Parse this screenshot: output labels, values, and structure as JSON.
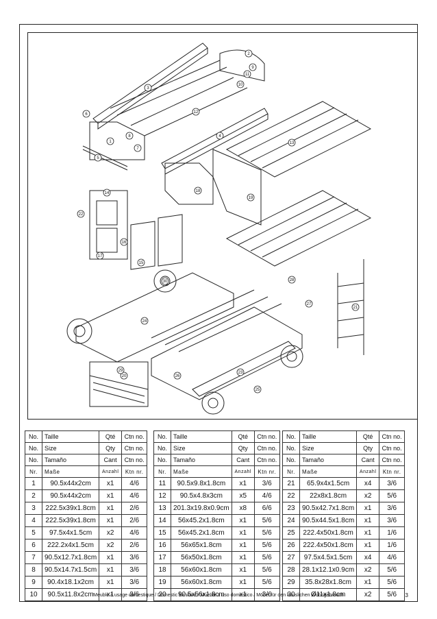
{
  "headers": [
    {
      "no": "No.",
      "size": "Taille",
      "qty": "Qté",
      "ctn": "Ctn no."
    },
    {
      "no": "No.",
      "size": "Size",
      "qty": "Qty",
      "ctn": "Ctn no."
    },
    {
      "no": "No.",
      "size": "Tamaño",
      "qty": "Cant",
      "ctn": "Ctn no."
    },
    {
      "no": "Nr.",
      "size": "Maße",
      "qty": "Anzahl",
      "ctn": "Ktn nr."
    }
  ],
  "parts": [
    {
      "no": "1",
      "size": "90.5x44x2cm",
      "qty": "x1",
      "ctn": "4/6"
    },
    {
      "no": "2",
      "size": "90.5x44x2cm",
      "qty": "x1",
      "ctn": "4/6"
    },
    {
      "no": "3",
      "size": "222.5x39x1.8cm",
      "qty": "x1",
      "ctn": "2/6"
    },
    {
      "no": "4",
      "size": "222.5x39x1.8cm",
      "qty": "x1",
      "ctn": "2/6"
    },
    {
      "no": "5",
      "size": "97.5x4x1.5cm",
      "qty": "x2",
      "ctn": "4/6"
    },
    {
      "no": "6",
      "size": "222.2x4x1.5cm",
      "qty": "x2",
      "ctn": "2/6"
    },
    {
      "no": "7",
      "size": "90.5x12.7x1.8cm",
      "qty": "x1",
      "ctn": "3/6"
    },
    {
      "no": "8",
      "size": "90.5x14.7x1.5cm",
      "qty": "x1",
      "ctn": "3/6"
    },
    {
      "no": "9",
      "size": "90.4x18.1x2cm",
      "qty": "x1",
      "ctn": "3/6"
    },
    {
      "no": "10",
      "size": "90.5x11.8x2cm",
      "qty": "x1",
      "ctn": "3/6"
    },
    {
      "no": "11",
      "size": "90.5x9.8x1.8cm",
      "qty": "x1",
      "ctn": "3/6"
    },
    {
      "no": "12",
      "size": "90.5x4.8x3cm",
      "qty": "x5",
      "ctn": "4/6"
    },
    {
      "no": "13",
      "size": "201.3x19.8x0.9cm",
      "qty": "x8",
      "ctn": "6/6"
    },
    {
      "no": "14",
      "size": "56x45.2x1.8cm",
      "qty": "x1",
      "ctn": "5/6"
    },
    {
      "no": "15",
      "size": "56x45.2x1.8cm",
      "qty": "x1",
      "ctn": "5/6"
    },
    {
      "no": "16",
      "size": "56x65x1.8cm",
      "qty": "x1",
      "ctn": "5/6"
    },
    {
      "no": "17",
      "size": "56x50x1.8cm",
      "qty": "x1",
      "ctn": "5/6"
    },
    {
      "no": "18",
      "size": "56x60x1.8cm",
      "qty": "x1",
      "ctn": "5/6"
    },
    {
      "no": "19",
      "size": "56x60x1.8cm",
      "qty": "x1",
      "ctn": "5/6"
    },
    {
      "no": "20",
      "size": "90.5x56x1.8cm",
      "qty": "x1",
      "ctn": "3/6"
    },
    {
      "no": "21",
      "size": "65.9x4x1.5cm",
      "qty": "x4",
      "ctn": "3/6"
    },
    {
      "no": "22",
      "size": "22x8x1.8cm",
      "qty": "x2",
      "ctn": "5/6"
    },
    {
      "no": "23",
      "size": "90.5x42.7x1.8cm",
      "qty": "x1",
      "ctn": "3/6"
    },
    {
      "no": "24",
      "size": "90.5x44.5x1.8cm",
      "qty": "x1",
      "ctn": "3/6"
    },
    {
      "no": "25",
      "size": "222.4x50x1.8cm",
      "qty": "x1",
      "ctn": "1/6"
    },
    {
      "no": "26",
      "size": "222.4x50x1.8cm",
      "qty": "x1",
      "ctn": "1/6"
    },
    {
      "no": "27",
      "size": "97.5x4.5x1.5cm",
      "qty": "x4",
      "ctn": "4/6"
    },
    {
      "no": "28",
      "size": "28.1x12.1x0.9cm",
      "qty": "x2",
      "ctn": "5/6"
    },
    {
      "no": "29",
      "size": "35.8x28x1.8cm",
      "qty": "x1",
      "ctn": "5/6"
    },
    {
      "no": "30",
      "size": "Ø11x1.8cm",
      "qty": "x2",
      "ctn": "5/6"
    }
  ],
  "drawing_labels": [
    "1",
    "2",
    "3",
    "4",
    "5",
    "6",
    "7",
    "8",
    "9",
    "10",
    "11",
    "12",
    "13",
    "14",
    "15",
    "16",
    "17",
    "18",
    "19",
    "20",
    "21",
    "22",
    "23",
    "24",
    "25",
    "26",
    "27",
    "28",
    "29",
    "30"
  ],
  "footer": {
    "text": "Meuble à usage domestique / Domestic furniture / Mueble a uso domestico / Möbel für den häuslichen Wohngebrauch",
    "page": "3"
  }
}
